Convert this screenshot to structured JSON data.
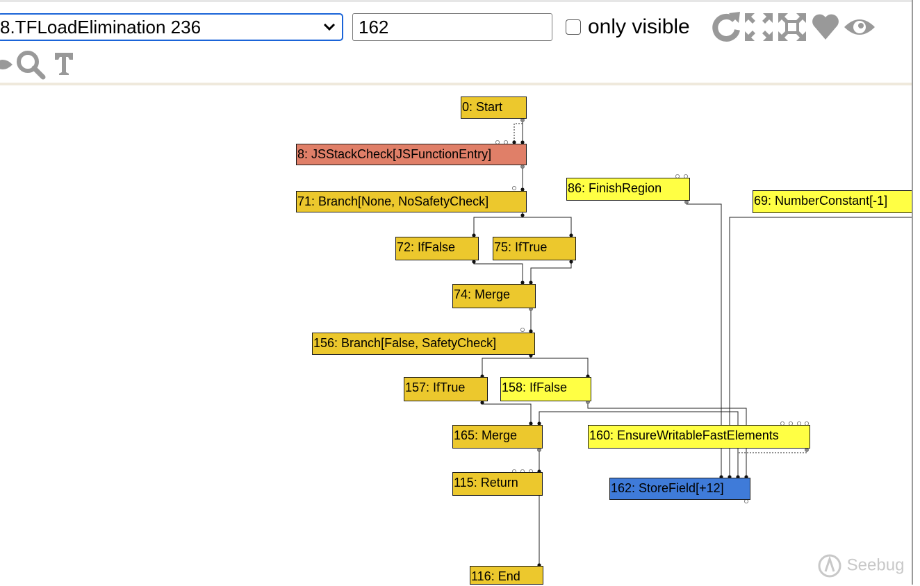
{
  "toolbar": {
    "phase_selected": "8.TFLoadElimination 236",
    "node_search_value": "162",
    "only_visible_label": "only visible",
    "icons": [
      "refresh-icon",
      "expand-all-icon",
      "zoom-selection-icon",
      "heart-icon",
      "eye-icon",
      "hide-icon",
      "search-icon",
      "text-icon"
    ]
  },
  "graph": {
    "colors": {
      "control": "#ecc82d",
      "unselected": "#ffff44",
      "stack_check": "#e07f68",
      "selected": "#3f7bd9"
    },
    "nodes": [
      {
        "id": "0",
        "label": "0: Start",
        "color": "control"
      },
      {
        "id": "8",
        "label": "8: JSStackCheck[JSFunctionEntry]",
        "color": "stack_check"
      },
      {
        "id": "71",
        "label": "71: Branch[None, NoSafetyCheck]",
        "color": "control"
      },
      {
        "id": "72",
        "label": "72: IfFalse",
        "color": "control"
      },
      {
        "id": "75",
        "label": "75: IfTrue",
        "color": "control"
      },
      {
        "id": "74",
        "label": "74: Merge",
        "color": "control"
      },
      {
        "id": "156",
        "label": "156: Branch[False, SafetyCheck]",
        "color": "control"
      },
      {
        "id": "157",
        "label": "157: IfTrue",
        "color": "control"
      },
      {
        "id": "158",
        "label": "158: IfFalse",
        "color": "unselected"
      },
      {
        "id": "165",
        "label": "165: Merge",
        "color": "control"
      },
      {
        "id": "115",
        "label": "115: Return",
        "color": "control"
      },
      {
        "id": "116",
        "label": "116: End",
        "color": "control"
      },
      {
        "id": "86",
        "label": "86: FinishRegion",
        "color": "unselected"
      },
      {
        "id": "69",
        "label": "69: NumberConstant[-1]",
        "color": "unselected"
      },
      {
        "id": "160",
        "label": "160: EnsureWritableFastElements",
        "color": "unselected"
      },
      {
        "id": "162",
        "label": "162: StoreField[+12]",
        "color": "selected"
      }
    ]
  },
  "watermark": {
    "text": "Seebug"
  }
}
